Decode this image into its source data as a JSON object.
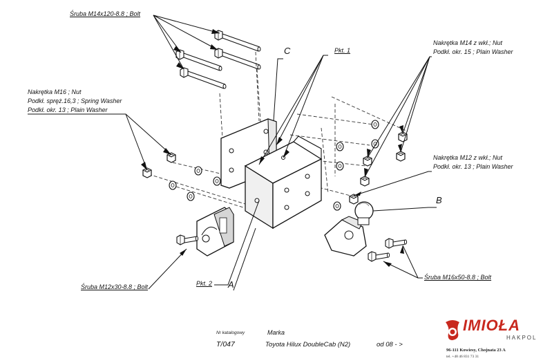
{
  "callouts": {
    "bolt_m14": "Śruba M14x120-8.8 ;  Bolt",
    "nut_m16_l1": "Nakrętka  M16 ; Nut",
    "nut_m16_l2": "Podkł. spręż.16,3 ; Spring Washer",
    "nut_m16_l3": "Podkł. okr. 13 ; Plain Washer",
    "nut_m14_l1": "Nakrętka  M14  z wkł.; Nut",
    "nut_m14_l2": "Podkł. okr. 15 ; Plain Washer",
    "nut_m12_l1": "Nakrętka  M12  z wkł.; Nut",
    "nut_m12_l2": "Podkł. okr. 13 ; Plain Washer",
    "bolt_m12": "Śruba M12x30-8.8 ;  Bolt",
    "bolt_m16": "Śruba M16x50-8.8 ;  Bolt",
    "pkt1": "Pkt. 1",
    "pkt2": "Pkt. 2",
    "letter_a": "A",
    "letter_b": "B",
    "letter_c": "C"
  },
  "footer": {
    "catalog_label": "Nr katalogowy",
    "brand_label": "Marka",
    "catalog_value": "T/047",
    "vehicle": "Toyota Hilux DoubleCab (N2)",
    "from_year": "od  08 - >"
  },
  "logo": {
    "name": "IMIOŁA",
    "sub": "HAKPOL",
    "address": "96-111 Kowiesy, Chojnata 23 A",
    "phone": "tel. +48 46 831 73 31",
    "brand_color": "#c8281e"
  }
}
